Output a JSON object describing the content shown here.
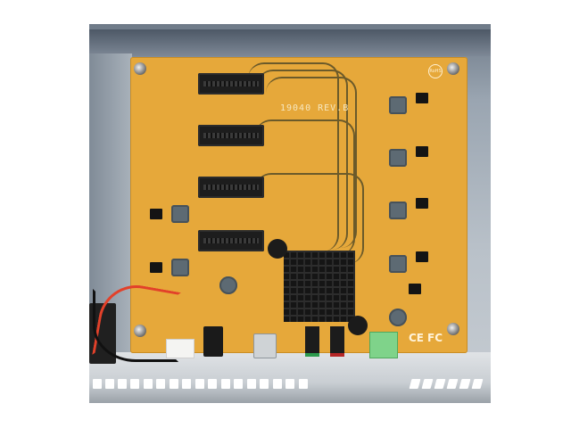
{
  "scene": {
    "subject": "PCIe slot expansion circuit board inside metal enclosure",
    "background_color": "#ffffff",
    "pcb_color": "#e6a83a",
    "enclosure_color": "#b9c1c9"
  },
  "board": {
    "silkscreen_label": "19040 REV.B",
    "certifications": [
      "CE",
      "FC"
    ],
    "rohs_mark": "RoHS",
    "pcie_slot_count": 4,
    "power_regulator_count": 6
  },
  "components": {
    "heatsink": "black finned heatsink",
    "terminal_block": "green terminal block",
    "led_indicators": [
      "green",
      "red"
    ],
    "power_jack": "DC barrel jack",
    "usb_port": "USB connector",
    "cable": "red and black power cable with white connector"
  }
}
